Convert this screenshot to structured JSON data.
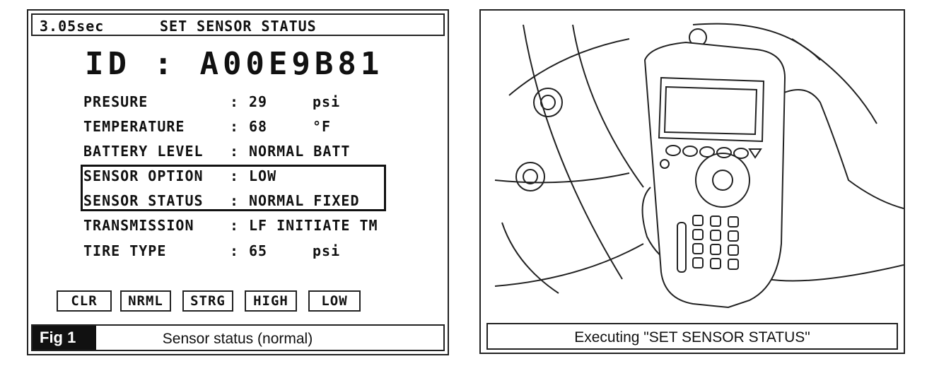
{
  "left_panel": {
    "timer": "3.05sec",
    "title": "SET SENSOR STATUS",
    "id_line": "ID : A00E9B81",
    "rows": [
      {
        "label": "PRESURE",
        "colon": ":",
        "value": "29",
        "unit": "psi"
      },
      {
        "label": "TEMPERATURE",
        "colon": ":",
        "value": "68",
        "unit": "°F"
      },
      {
        "label": "BATTERY LEVEL",
        "colon": ":",
        "value": "NORMAL BATT",
        "unit": ""
      },
      {
        "label": "SENSOR OPTION",
        "colon": ":",
        "value": "LOW",
        "unit": ""
      },
      {
        "label": "SENSOR STATUS",
        "colon": ":",
        "value": "NORMAL FIXED",
        "unit": ""
      },
      {
        "label": "TRANSMISSION",
        "colon": ":",
        "value": "LF INITIATE TM",
        "unit": ""
      },
      {
        "label": "TIRE TYPE",
        "colon": ":",
        "value": "65",
        "unit": "psi"
      }
    ],
    "buttons": [
      "CLR",
      "NRML",
      "STRG",
      "HIGH",
      "LOW"
    ],
    "fig_tag": "Fig 1",
    "caption": "Sensor status (normal)"
  },
  "right_panel": {
    "caption": "Executing \"SET SENSOR STATUS\""
  }
}
